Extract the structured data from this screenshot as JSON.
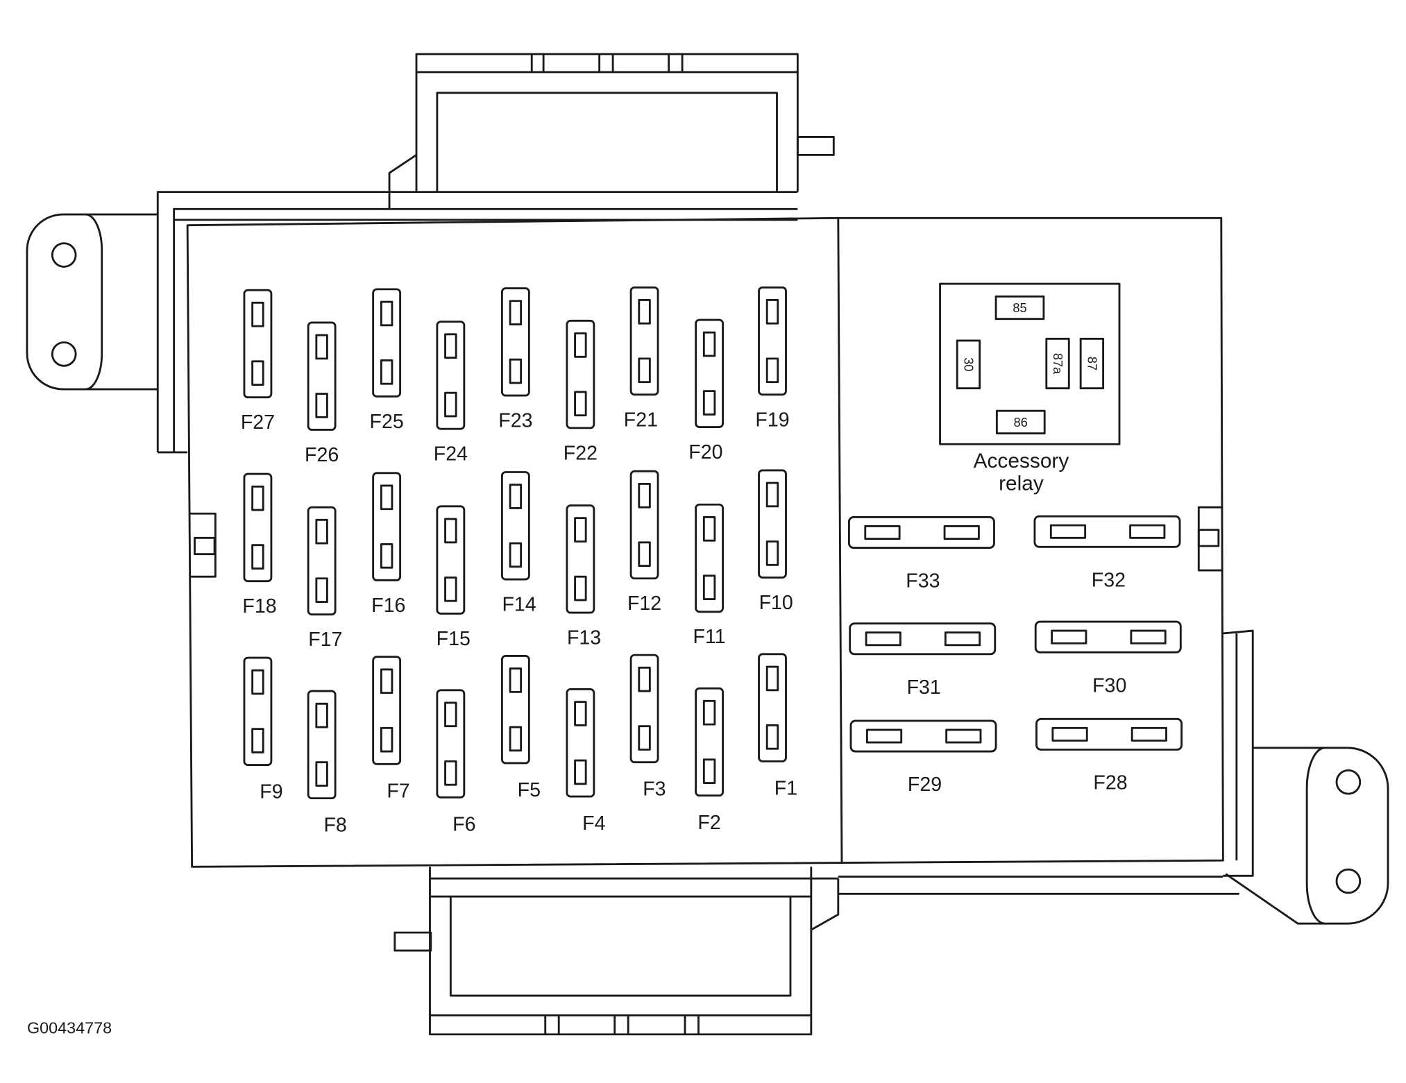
{
  "figure_id": "G00434778",
  "relay": {
    "title_line1": "Accessory",
    "title_line2": "relay",
    "terminals": [
      "85",
      "30",
      "87a",
      "87",
      "86"
    ]
  },
  "fuses_vertical": [
    "F27",
    "F26",
    "F25",
    "F24",
    "F23",
    "F22",
    "F21",
    "F20",
    "F19",
    "F18",
    "F17",
    "F16",
    "F15",
    "F14",
    "F13",
    "F12",
    "F11",
    "F10",
    "F9",
    "F8",
    "F7",
    "F6",
    "F5",
    "F4",
    "F3",
    "F2",
    "F1"
  ],
  "fuses_horizontal": [
    "F33",
    "F32",
    "F31",
    "F30",
    "F29",
    "F28"
  ]
}
